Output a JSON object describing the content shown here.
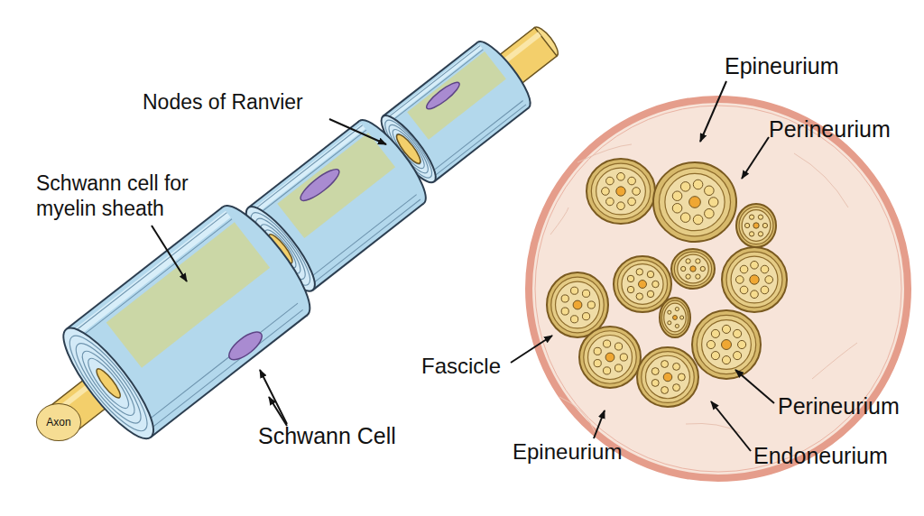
{
  "diagram": {
    "nodes": [
      {
        "text": [
          "Axon"
        ]
      }
    ],
    "labels": [
      "Nodes of Ranvier",
      "Schwann cell for myelin sheath",
      "Schwann Cell",
      "Epineurium",
      "Perineurium",
      "Fascicle",
      "Perineurium",
      "Epineurium",
      "Endoneurium"
    ]
  }
}
